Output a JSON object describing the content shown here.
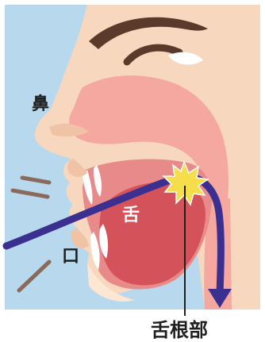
{
  "labels": {
    "nose": "鼻",
    "mouth": "口",
    "tongue": "舌",
    "tongue_root": "舌根部"
  },
  "colors": {
    "background_sky": "#b8d8ee",
    "skin": "#f7d7bd",
    "skin_light": "#fde7d3",
    "nasal_cavity": "#f4a8a0",
    "mouth_interior": "#e88a8a",
    "tongue": "#d4525a",
    "teeth": "#ffffff",
    "arrow_line": "#3b2f8f",
    "burst": "#f6de4a",
    "eyebrow": "#5a3a2a",
    "breath_lines": "#8a6a5a"
  },
  "icons": {
    "pain_burst": "burst-icon",
    "arrow_head": "arrow-down-icon"
  }
}
